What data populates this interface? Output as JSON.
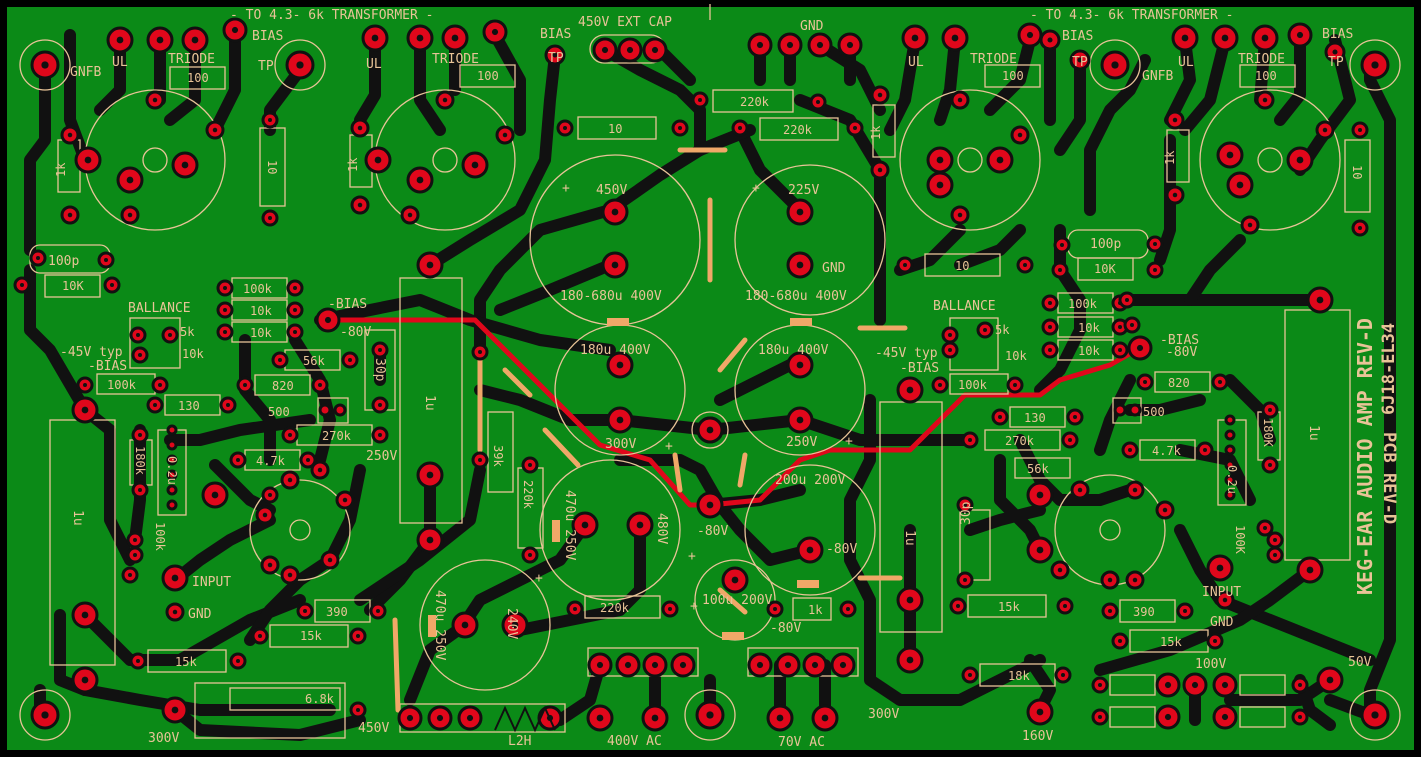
{
  "board": {
    "colors": {
      "substrate": "#0b8a17",
      "trace": "#111111",
      "pad": "#e0071b",
      "silk": "#e8c497",
      "outline": "#000000",
      "jumper": "#f0a868"
    },
    "title": "KEG-EAR AUDIO AMP REV-D",
    "subtitle": "6J18-EL34",
    "mirror_label": "PCB REV-D"
  },
  "labels": {
    "xfmr_l": "- TO 4.3- 6k  TRANSFORMER -",
    "xfmr_r": "- TO 4.3- 6k  TRANSFORMER -",
    "ext_cap": "450V  EXT CAP",
    "gnd_top": "GND",
    "bias_l1": "BIAS",
    "tp_l1": "TP",
    "bias_l2": "BIAS",
    "tp_l2": "TP",
    "bias_r1": "BIAS",
    "tp_r1": "TP",
    "bias_r2": "BIAS",
    "tp_r2": "TP",
    "gnfb_l": "GNFB",
    "gnfb_r": "GNFB",
    "ul_l1": "UL",
    "ul_l2": "UL",
    "ul_r1": "UL",
    "ul_r2": "UL",
    "triode_l1": "TRIODE",
    "triode_l2": "TRIODE",
    "triode_r1": "TRIODE",
    "triode_r2": "TRIODE",
    "ballance_l": "BALLANCE",
    "ballance_r": "BALLANCE",
    "nbias_l": "-BIAS",
    "nbias_r": "-BIAS",
    "n80_l": "-80V",
    "n80_r": "-80V",
    "n45_l": "-45V typ",
    "n45_r": "-45V typ",
    "nbias2_l": "-BIAS",
    "nbias2_r": "-BIAS",
    "input_l": "INPUT",
    "input_r": "INPUT",
    "gnd_l": "GND",
    "gnd_r": "GND",
    "v300_l": "300V",
    "v300_r": "300V",
    "v450": "450V",
    "l2h": "L2H",
    "v400ac": "400V AC",
    "v70ac": "70V AC",
    "v160": "160V",
    "v100": "100V",
    "v50": "50V",
    "v250_l": "250V",
    "v250_r": "250V",
    "v300_c": "300V",
    "n80_c1": "-80V",
    "n80_c2": "-80V",
    "n80_c3": "-80V",
    "v450_cap": "450V",
    "v225_cap": "225V",
    "gnd_cap": "GND",
    "v240": "240V",
    "v480": "480V",
    "plus1": "+",
    "plus2": "+",
    "plus3": "+",
    "plus4": "+",
    "plus5": "+",
    "plus6": "+",
    "plus7": "+"
  },
  "caps": {
    "c1": "180-680u 400V",
    "c2": "180-680u 400V",
    "c3": "180u 400V",
    "c4": "180u 400V",
    "c5": "470u 250V",
    "c6": "470u 250V",
    "c7": "200u 200V",
    "c8": "100u 200V",
    "c9": "1u",
    "c10": "1u",
    "c11": "1u",
    "c12": "1u",
    "c13": "100p",
    "c14": "100p",
    "c15": "30p",
    "c16": "30p"
  },
  "resistors": {
    "r100_l1": "100",
    "r100_l2": "100",
    "r100_r1": "100",
    "r100_r2": "100",
    "r1k_l1": "1k",
    "r1k_l2": "1k",
    "r1k_r1": "1k",
    "r1k_r2": "1k",
    "r10_l": "10",
    "r10_r": "10",
    "r10_c": "10",
    "r10_c2": "10",
    "r220k_1": "220k",
    "r220k_2": "220k",
    "r220k_3": "220k",
    "r220k_4": "220k",
    "r10k_l1": "10K",
    "r10k_r1": "10K",
    "r100k_l1": "100k",
    "r100k_r1": "100k",
    "r10k_l2": "10k",
    "r10k_l3": "10k",
    "r10k_r2": "10k",
    "r10k_r3": "10k",
    "r5k_l": "5k",
    "r5k_r": "5k",
    "r10k_l4": "10k",
    "r10k_r4": "10k",
    "r56k_l": "56k",
    "r56k_r": "56k",
    "r820_l": "820",
    "r820_r": "820",
    "r100k_l2": "100k",
    "r100k_r2": "100k",
    "r130_l": "130",
    "r130_r": "130",
    "r500_l": "500",
    "r500_r": "500",
    "r270k_l": "270k",
    "r270k_r": "270k",
    "r180k_l": "180k",
    "r180k_r": "180K",
    "r02_l": "0.2u",
    "r02_r": "0.2u",
    "r47k_l": "4.7k",
    "r47k_r": "4.7k",
    "r100k_l3": "100k",
    "r100k_r3": "100K",
    "r39k": "39k",
    "r390_l": "390",
    "r390_r": "390",
    "r15k_l1": "15k",
    "r15k_l2": "15k",
    "r15k_r1": "15k",
    "r15k_r2": "15k",
    "r68k": "6.8k",
    "r1k_c": "1k",
    "r18k": "18k"
  }
}
